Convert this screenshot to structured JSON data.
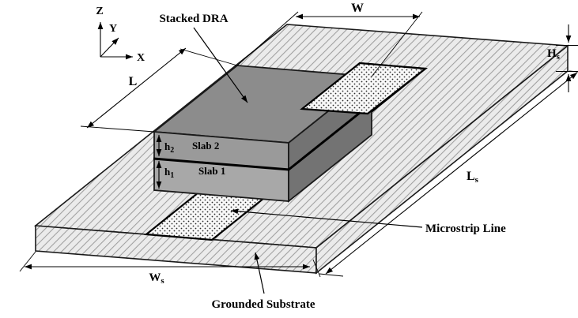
{
  "figure": {
    "labels": {
      "stacked_dra": "Stacked DRA",
      "slab2": "Slab 2",
      "slab1": "Slab 1",
      "microstrip_line": "Microstrip Line",
      "grounded_substrate": "Grounded Substrate"
    },
    "axes": {
      "z": "Z",
      "y": "Y",
      "x": "X"
    },
    "dims": {
      "W": "W",
      "L": "L",
      "Hs": {
        "main": "H",
        "sub": "s"
      },
      "Ls": {
        "main": "L",
        "sub": "s"
      },
      "Ws": {
        "main": "W",
        "sub": "s"
      },
      "h2": {
        "main": "h",
        "sub": "2"
      },
      "h1": {
        "main": "h",
        "sub": "1"
      }
    },
    "colors": {
      "outline": "#1a1a1a",
      "substrate_hatch_bg": "#ebebeb",
      "substrate_hatch_line": "#9f9f9f",
      "dra_top": "#8c8c8c",
      "dra_front_slab2": "#9a9a9a",
      "dra_front_slab1": "#a8a8a8",
      "dra_side": "#737373",
      "microstrip_bg": "#f8f8f8",
      "microstrip_dot": "#2b2b2b"
    }
  }
}
